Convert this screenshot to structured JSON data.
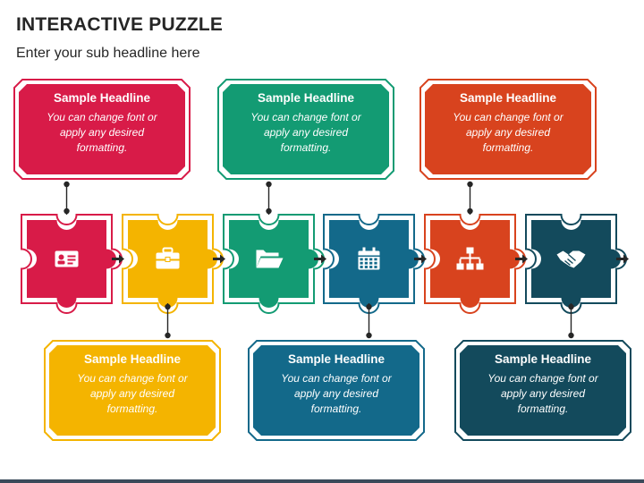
{
  "header": {
    "title": "INTERACTIVE PUZZLE",
    "subtitle": "Enter your sub headline here"
  },
  "steps": [
    {
      "color": "#d81b48",
      "icon": "id-card-icon",
      "headline": "Sample Headline",
      "body": "You can change font or apply any desired formatting.",
      "card_position": "top"
    },
    {
      "color": "#f4b400",
      "icon": "briefcase-icon",
      "headline": "Sample Headline",
      "body": "You can change font or apply any desired formatting.",
      "card_position": "bottom"
    },
    {
      "color": "#139b73",
      "icon": "folder-icon",
      "headline": "Sample Headline",
      "body": "You can change font or apply any desired formatting.",
      "card_position": "top"
    },
    {
      "color": "#13698a",
      "icon": "calendar-icon",
      "headline": "Sample Headline",
      "body": "You can change font or apply any desired formatting.",
      "card_position": "bottom"
    },
    {
      "color": "#d8431e",
      "icon": "org-chart-icon",
      "headline": "Sample Headline",
      "body": "You can change font or apply any desired formatting.",
      "card_position": "top"
    },
    {
      "color": "#134a5c",
      "icon": "handshake-icon",
      "headline": "Sample Headline",
      "body": "You can change font or apply any desired formatting.",
      "card_position": "bottom"
    }
  ],
  "colors": {
    "title": "#262626",
    "connector": "#262626",
    "arrow": "#262626"
  }
}
